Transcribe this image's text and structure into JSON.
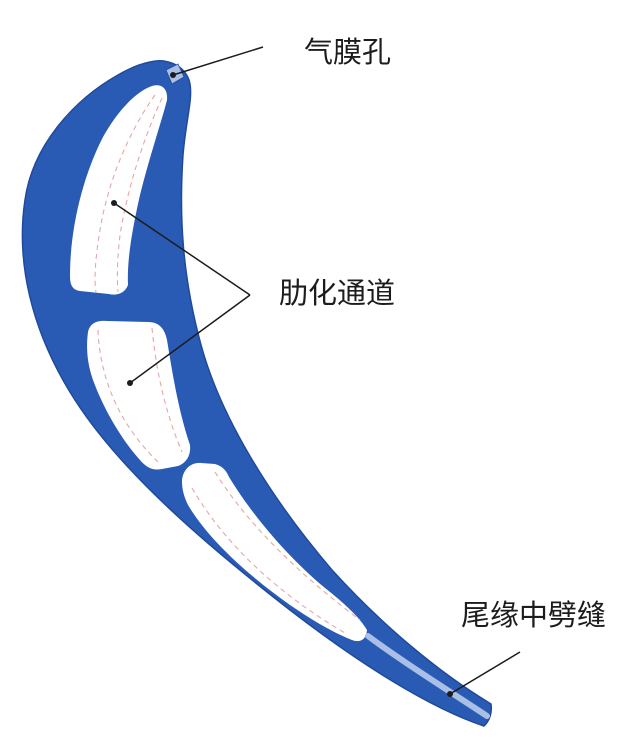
{
  "labels": {
    "film_cooling_hole": "气膜孔",
    "ribbed_channels": "肋化通道",
    "trailing_edge_slot": "尾缘中劈缝"
  },
  "colors": {
    "blade": "#2a5bb4",
    "blade_edge": "#1f4a9c",
    "channel": "#ffffff",
    "slot": "#a9bfe6",
    "rib_dashes": "#e7a6a6",
    "leader_line": "#1c1c1c"
  }
}
